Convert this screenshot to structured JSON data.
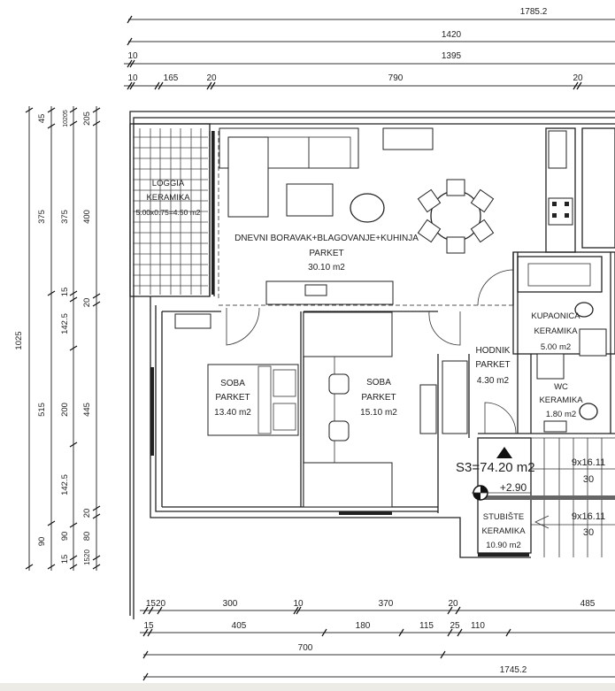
{
  "dimensions": {
    "top": {
      "total_outer": "1785.2",
      "total": "1420",
      "inner": "1395",
      "segments": [
        "10",
        "165",
        "20",
        "790",
        "20"
      ],
      "row3_start": "10"
    },
    "left": {
      "overall": "1025",
      "col2": [
        "45",
        "375",
        "515",
        "90"
      ],
      "col3": [
        "10205",
        "375",
        "15",
        "142.5",
        "200",
        "142.5",
        "90",
        "15"
      ],
      "col4": [
        "205",
        "400",
        "20",
        "445",
        "20",
        "80",
        "1520"
      ]
    },
    "bottom": {
      "row1": [
        "1520",
        "300",
        "10",
        "370",
        "20",
        "485"
      ],
      "row2": [
        "15",
        "405",
        "180",
        "115",
        "25",
        "110"
      ],
      "row3": [
        "700"
      ],
      "row4": [
        "1745.2"
      ]
    }
  },
  "rooms": {
    "loggia": {
      "name": "LOGGIA",
      "floor": "KERAMIKA",
      "area": "5.00x0.75=4.50 m2"
    },
    "living": {
      "name": "DNEVNI BORAVAK+BLAGOVANJE+KUHINJA",
      "floor": "PARKET",
      "area": "30.10 m2"
    },
    "bedroom1": {
      "name": "SOBA",
      "floor": "PARKET",
      "area": "13.40 m2"
    },
    "bedroom2": {
      "name": "SOBA",
      "floor": "PARKET",
      "area": "15.10 m2"
    },
    "hallway": {
      "name": "HODNIK",
      "floor": "PARKET",
      "area": "4.30 m2"
    },
    "bathroom": {
      "name": "KUPAONICA",
      "floor": "KERAMIKA",
      "area": "5.00 m2"
    },
    "wc": {
      "name": "WC",
      "floor": "KERAMIKA",
      "area": "1.80 m2"
    },
    "stairwell": {
      "name": "STUBIŠTE",
      "floor": "KERAMIKA",
      "area": "10.90 m2"
    }
  },
  "summary": {
    "total_area": "S3=74.20 m2",
    "elevation": "+2.90"
  },
  "stairs": [
    {
      "steps": "9x16.11",
      "tread": "30"
    },
    {
      "steps": "9x16.11",
      "tread": "30"
    }
  ]
}
